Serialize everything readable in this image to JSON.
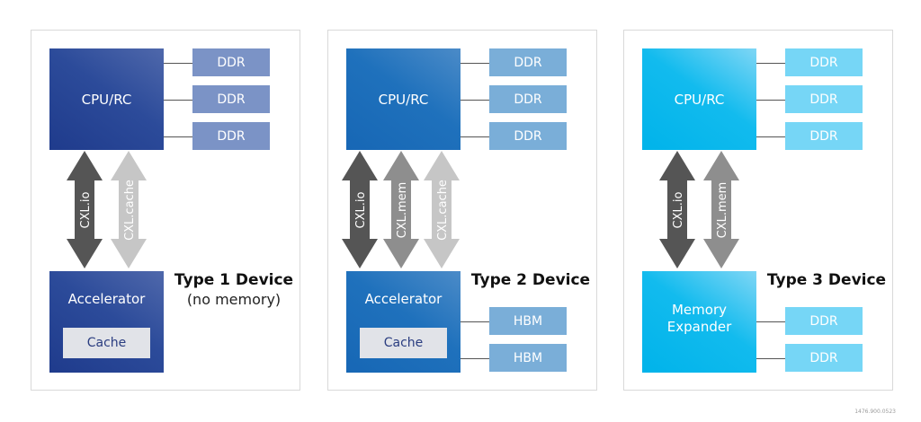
{
  "colors": {
    "type1_main": "#2c4b9a",
    "type1_memory": "#7b93c6",
    "type2_main": "#1f71bc",
    "type2_memory": "#7aaed8",
    "type3_main": "#12bbee",
    "type3_memory": "#76d6f6",
    "cache_box": "#e1e3e8",
    "cxl_io_arrow": "#555555",
    "cxl_mem_arrow": "#8e8e8e",
    "cxl_cache_arrow": "#c6c6c6"
  },
  "panels": [
    {
      "title": "Type 1 Device",
      "subtitle": "(no memory)",
      "host": {
        "label": "CPU/RC",
        "memories": [
          "DDR",
          "DDR",
          "DDR"
        ]
      },
      "device": {
        "label": "Accelerator",
        "cache_label": "Cache",
        "memories": []
      },
      "protocols": [
        {
          "label": "CXL.io",
          "style": "cxl_io_arrow"
        },
        {
          "label": "CXL.cache",
          "style": "cxl_cache_arrow"
        }
      ]
    },
    {
      "title": "Type 2 Device",
      "subtitle": "",
      "host": {
        "label": "CPU/RC",
        "memories": [
          "DDR",
          "DDR",
          "DDR"
        ]
      },
      "device": {
        "label": "Accelerator",
        "cache_label": "Cache",
        "memories": [
          "HBM",
          "HBM"
        ]
      },
      "protocols": [
        {
          "label": "CXL.io",
          "style": "cxl_io_arrow"
        },
        {
          "label": "CXL.mem",
          "style": "cxl_mem_arrow"
        },
        {
          "label": "CXL.cache",
          "style": "cxl_cache_arrow"
        }
      ]
    },
    {
      "title": "Type 3 Device",
      "subtitle": "",
      "host": {
        "label": "CPU/RC",
        "memories": [
          "DDR",
          "DDR",
          "DDR"
        ]
      },
      "device": {
        "label_line1": "Memory",
        "label_line2": "Expander",
        "memories": [
          "DDR",
          "DDR"
        ]
      },
      "protocols": [
        {
          "label": "CXL.io",
          "style": "cxl_io_arrow"
        },
        {
          "label": "CXL.mem",
          "style": "cxl_mem_arrow"
        }
      ]
    }
  ],
  "footer_id": "1476.900.0523"
}
